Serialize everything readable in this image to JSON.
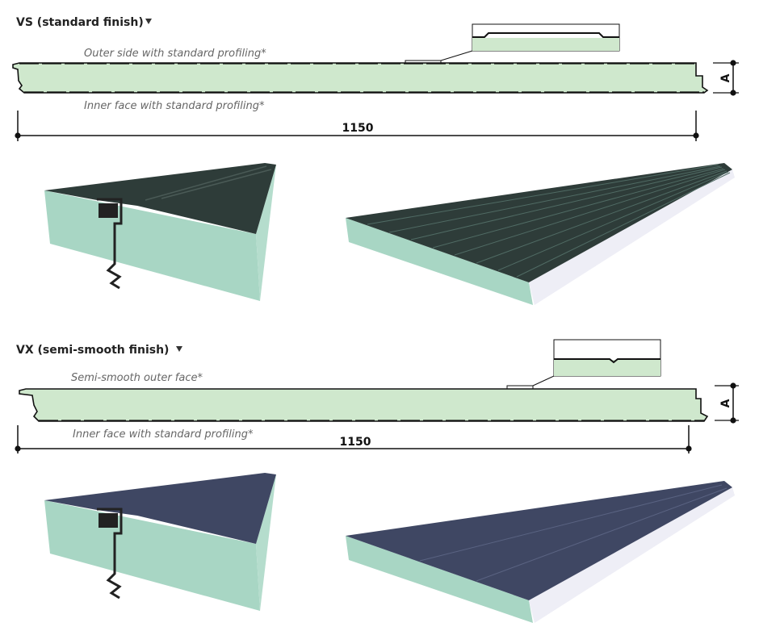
{
  "sections": [
    {
      "title": "VS (standard finish)",
      "outer_label": "Outer side with standard profiling*",
      "inner_label": "Inner face with standard profiling*",
      "width_dimension": "1150",
      "thickness_label": "A",
      "top_color": "#2e3c39"
    },
    {
      "title": "VX (semi-smooth finish)",
      "outer_label": "Semi-smooth outer face*",
      "inner_label": "Inner face with standard profiling*",
      "width_dimension": "1150",
      "thickness_label": "A",
      "top_color": "#3f4763"
    }
  ],
  "icons": {
    "dropdown": "triangle-down-icon"
  }
}
